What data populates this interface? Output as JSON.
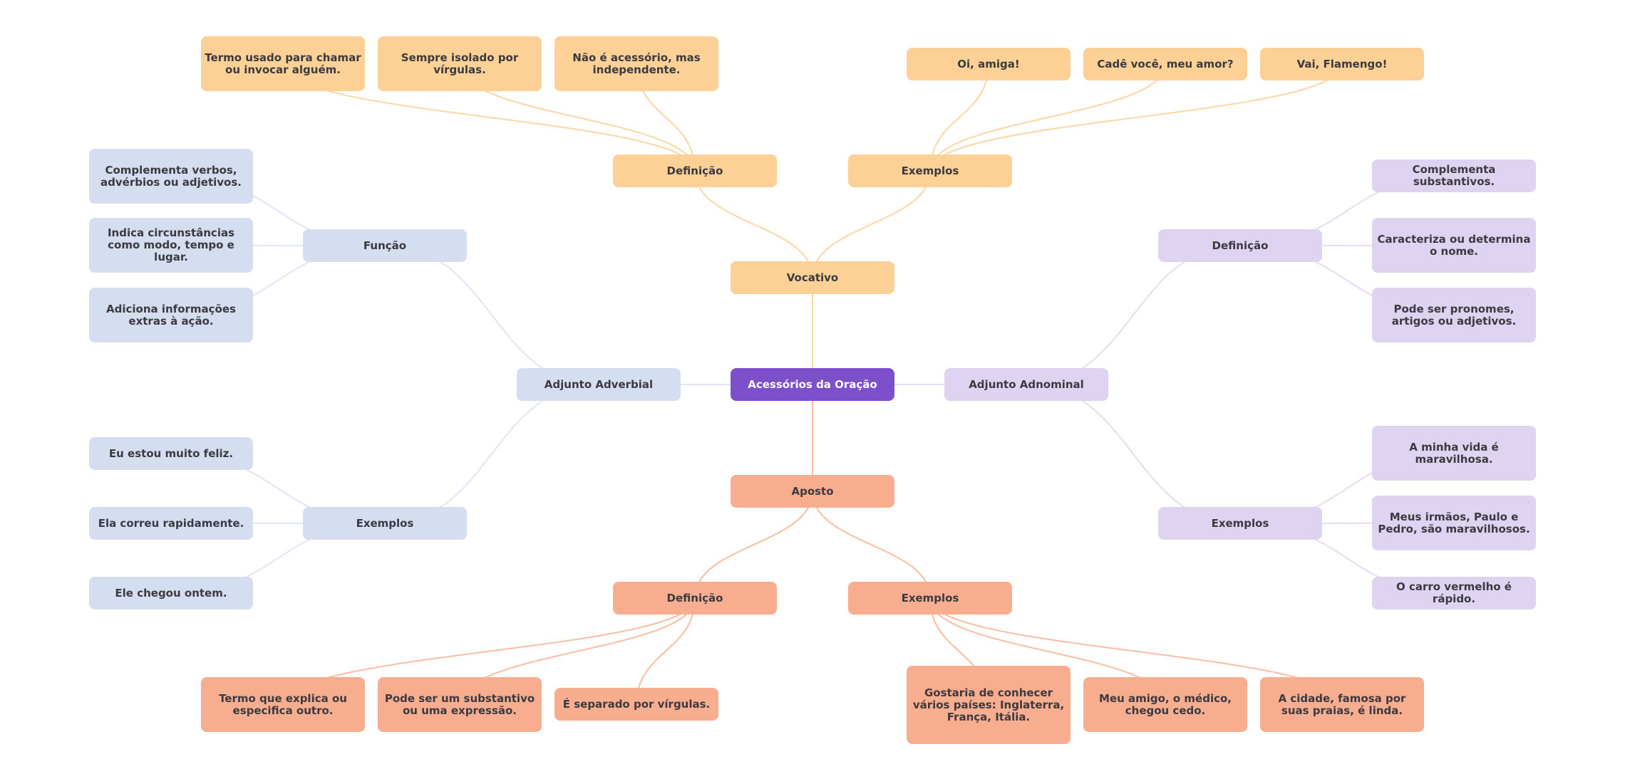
{
  "mindmap": {
    "root": {
      "label": "Acessórios da Oração",
      "color": "#7e4fcb"
    },
    "branches": {
      "vocativo": {
        "label": "Vocativo",
        "color": "#fdd095",
        "line_color": "#fdd6a6",
        "definicao": {
          "label": "Definição",
          "items": [
            "Termo usado para chamar ou invocar alguém.",
            "Sempre isolado por vírgulas.",
            "Não é acessório, mas independente."
          ]
        },
        "exemplos": {
          "label": "Exemplos",
          "items": [
            "Oi, amiga!",
            "Cadê você, meu amor?",
            "Vai, Flamengo!"
          ]
        }
      },
      "adjunto_adverbial": {
        "label": "Adjunto Adverbial",
        "color": "#d5ddf1",
        "line_color": "#dfe6f6",
        "funcao": {
          "label": "Função",
          "items": [
            "Complementa verbos, advérbios ou adjetivos.",
            "Indica circunstâncias como modo, tempo e lugar.",
            "Adiciona informações extras à ação."
          ]
        },
        "exemplos": {
          "label": "Exemplos",
          "items": [
            "Eu estou muito feliz.",
            "Ela correu rapidamente.",
            "Ele chegou ontem."
          ]
        }
      },
      "adjunto_adnominal": {
        "label": "Adjunto Adnominal",
        "color": "#ded3f0",
        "line_color": "#e5dcf4",
        "definicao": {
          "label": "Definição",
          "items": [
            "Complementa substantivos.",
            "Caracteriza ou determina o nome.",
            "Pode ser pronomes, artigos ou adjetivos."
          ]
        },
        "exemplos": {
          "label": "Exemplos",
          "items": [
            "A minha vida é maravilhosa.",
            "Meus irmãos, Paulo e Pedro, são maravilhosos.",
            "O carro vermelho é rápido."
          ]
        }
      },
      "aposto": {
        "label": "Aposto",
        "color": "#f9ad8f",
        "line_color": "#f9bda3",
        "definicao": {
          "label": "Definição",
          "items": [
            "Termo que explica ou especifica outro.",
            "Pode ser um substantivo ou uma expressão.",
            "É separado por vírgulas."
          ]
        },
        "exemplos": {
          "label": "Exemplos",
          "items": [
            "Gostaria de conhecer vários países: Inglaterra, França, Itália.",
            "Meu amigo, o médico, chegou cedo.",
            "A cidade, famosa por suas praias, é linda."
          ]
        }
      }
    }
  }
}
